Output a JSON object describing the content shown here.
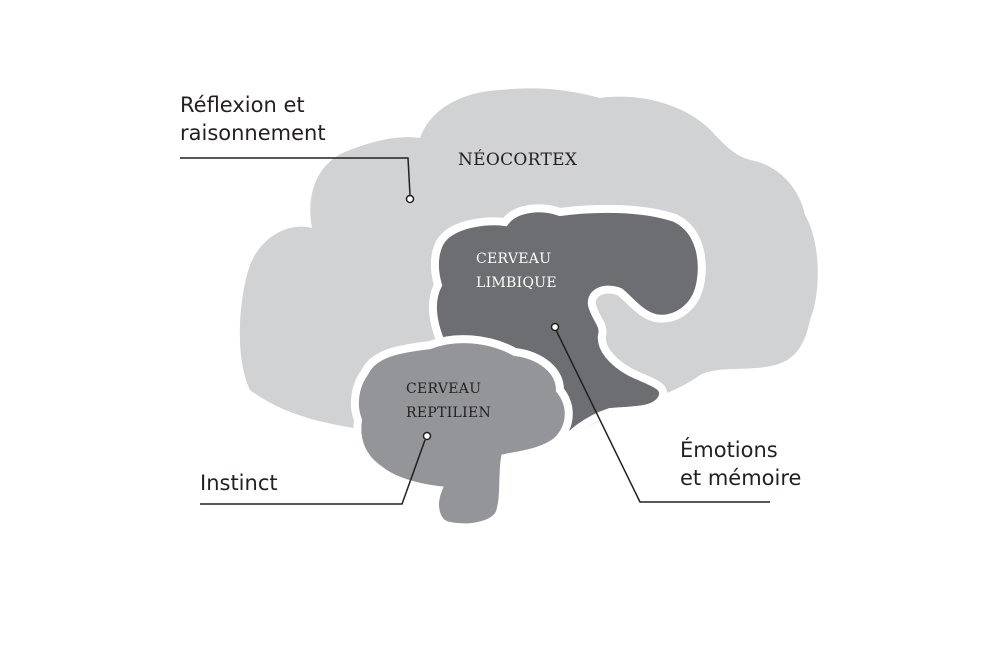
{
  "colors": {
    "neocortex": "#d1d2d4",
    "limbic": "#6d6e71",
    "reptilian": "#939598",
    "line": "#231f20"
  },
  "regions": {
    "neocortex": {
      "title": "NÉOCORTEX"
    },
    "limbic": {
      "line1": "CERVEAU",
      "line2": "LIMBIQUE"
    },
    "reptilian": {
      "line1": "CERVEAU",
      "line2": "REPTILIEN"
    }
  },
  "callouts": {
    "neocortex": {
      "line1": "Réflexion et",
      "line2": "raisonnement"
    },
    "reptilian": {
      "line1": "Instinct"
    },
    "limbic": {
      "line1": "Émotions",
      "line2": "et mémoire"
    }
  }
}
